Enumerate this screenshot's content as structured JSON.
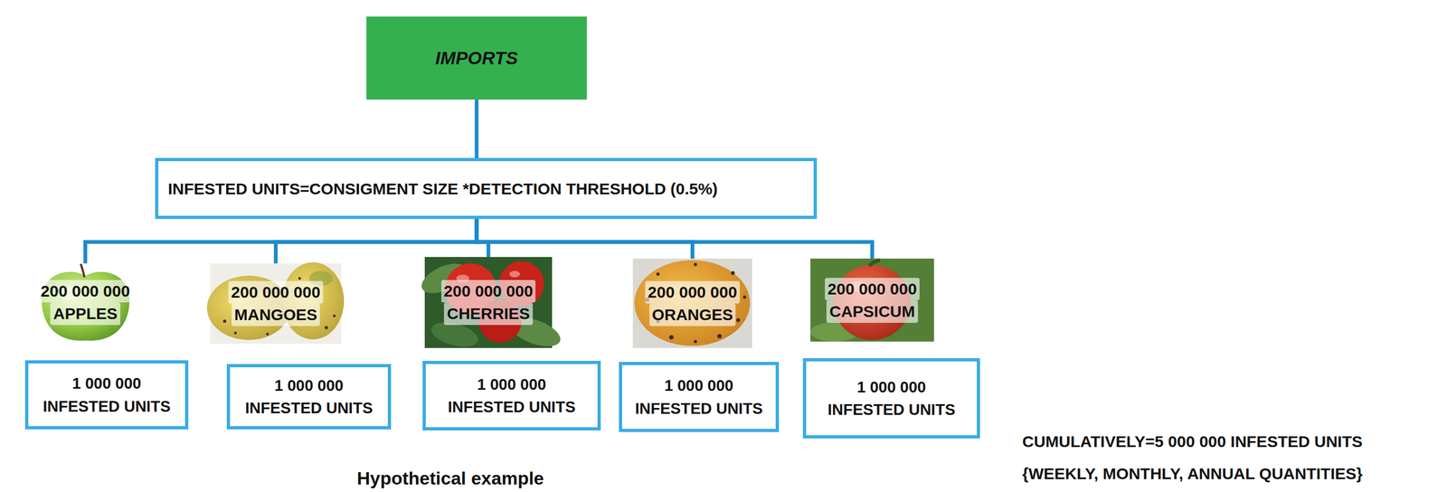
{
  "diagram": {
    "caption": "Hypothetical example",
    "nodes": [
      {
        "text": [
          "IMPORTS"
        ]
      },
      {
        "text": [
          "INFESTED UNITS=CONSIGMENT SIZE *DETECTION THRESHOLD (0.5%)"
        ]
      },
      {
        "text": [
          "200 000 000",
          "APPLES"
        ]
      },
      {
        "text": [
          "200 000 000",
          "MANGOES"
        ]
      },
      {
        "text": [
          "200 000 000",
          "CHERRIES"
        ]
      },
      {
        "text": [
          "200 000 000",
          "ORANGES"
        ]
      },
      {
        "text": [
          "200 000 000",
          "CAPSICUM"
        ]
      },
      {
        "text": [
          "1 000 000 INFESTED UNITS"
        ]
      },
      {
        "text": [
          "1 000 000 INFESTED UNITS"
        ]
      },
      {
        "text": [
          "1 000 000 INFESTED UNITS"
        ]
      },
      {
        "text": [
          "1 000 000 INFESTED UNITS"
        ]
      },
      {
        "text": [
          "1 000 000 INFESTED UNITS"
        ]
      }
    ],
    "edges": [
      {
        "from": 0,
        "to": 1,
        "arrow": "none"
      },
      {
        "from": 1,
        "to": 2,
        "arrow": "none"
      },
      {
        "from": 1,
        "to": 3,
        "arrow": "none"
      },
      {
        "from": 1,
        "to": 4,
        "arrow": "none"
      },
      {
        "from": 1,
        "to": 5,
        "arrow": "none"
      },
      {
        "from": 1,
        "to": 6,
        "arrow": "none"
      }
    ],
    "labels": [
      "CUMULATIVELY=5 000 000 INFESTED UNITS",
      "{WEEKLY, MONTHLY, ANNUAL QUANTITIES}"
    ]
  }
}
